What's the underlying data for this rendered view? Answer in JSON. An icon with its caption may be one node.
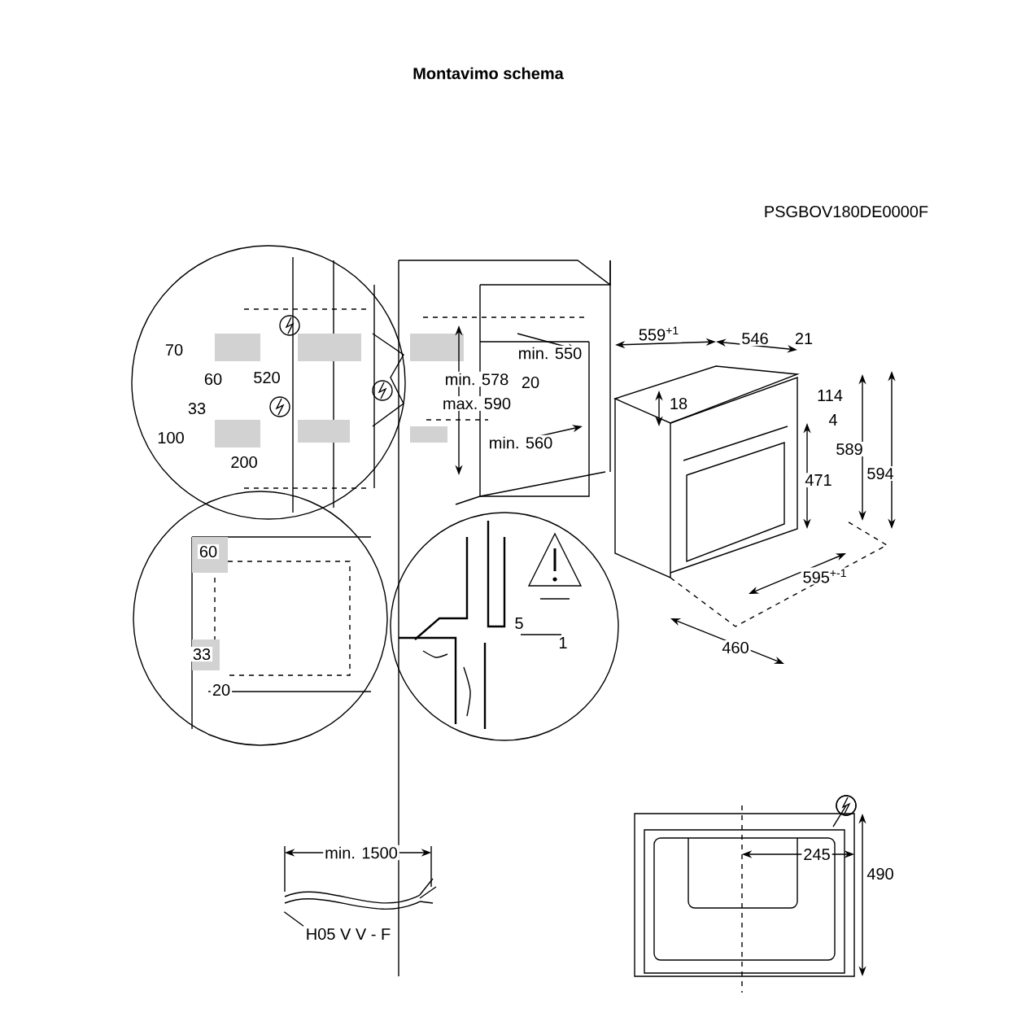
{
  "diagram": {
    "title": "Montavimo schema",
    "nodes": [
      {
        "text": [
          "H05 V V - F"
        ]
      },
      {
        "text": [],
        "shape": "picture"
      }
    ],
    "edges": [
      {
        "from": 0,
        "to": 1,
        "arrow": "none"
      }
    ],
    "labels": [
      "PSGBOV180DE0000F",
      "70",
      "60",
      "520",
      "33",
      "100",
      "200",
      "min. 578",
      "max. 590",
      "min. 550",
      "20",
      "min. 560",
      "559$^{+1}$",
      "546",
      "21",
      "18",
      "114",
      "4",
      "589",
      "594",
      "471",
      "595$^{+-1}$",
      "460",
      "60",
      "33",
      "20",
      "5",
      "1",
      "245",
      "490",
      "min. 1500"
    ]
  }
}
